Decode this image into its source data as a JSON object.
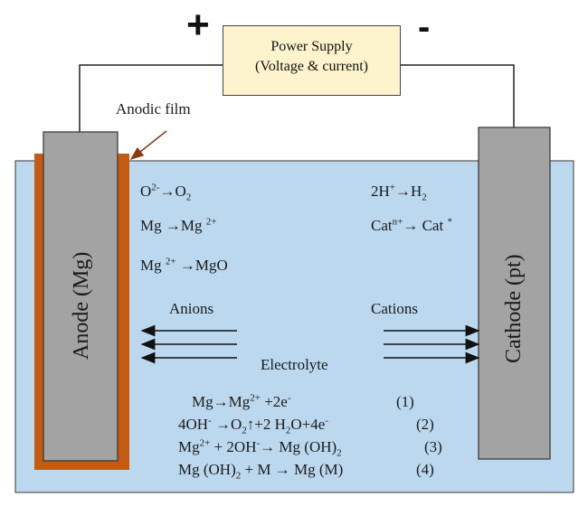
{
  "power_supply": {
    "line1": "Power Supply",
    "line2": "(Voltage & current)"
  },
  "signs": {
    "plus": "+",
    "minus": "-"
  },
  "anodic_film_label": "Anodic film",
  "anode_label": "Anode (Mg)",
  "cathode_label": "Cathode (pt)",
  "anode_reactions": [
    {
      "a": "O",
      "a_sup": "2-",
      "arrow": "→",
      "b": "O",
      "b_sub": "2"
    },
    {
      "a": "Mg ",
      "arrow": "→",
      "b": "Mg ",
      "b_sup": "2+"
    },
    {
      "a": "Mg ",
      "a_sup": "2+",
      "arrow": " →",
      "b": "MgO"
    }
  ],
  "cathode_reactions": [
    {
      "a": "2H",
      "a_sup": "+",
      "arrow": "→",
      "b": "H",
      "b_sub": "2"
    },
    {
      "a": "Cat",
      "a_sup": "n+",
      "arrow": "→  ",
      "b": "Cat ",
      "b_sup": "*"
    }
  ],
  "anions_label": "Anions",
  "cations_label": "Cations",
  "electrolyte_label": "Electrolyte",
  "equations": [
    {
      "text_parts": [
        "Mg",
        "→",
        "Mg",
        "2+",
        " +2e",
        "-"
      ],
      "num": "(1)"
    },
    {
      "text_parts": [
        "4OH",
        "-",
        " →O",
        "2",
        "↑+2 H",
        "2",
        "O+4e",
        "-"
      ],
      "num": "(2)"
    },
    {
      "text_parts": [
        "Mg",
        "2+",
        " + 2OH",
        "-",
        "→   Mg (OH)",
        "2"
      ],
      "num": "(3)"
    },
    {
      "text_parts": [
        "Mg (OH)",
        "2",
        " + M → Mg (M)"
      ],
      "num": "(4)"
    }
  ],
  "colors": {
    "electrolyte": "#bcd8ee",
    "electrode": "#a3a3a3",
    "film": "#c55a11",
    "power_box": "#fdf3cc"
  }
}
